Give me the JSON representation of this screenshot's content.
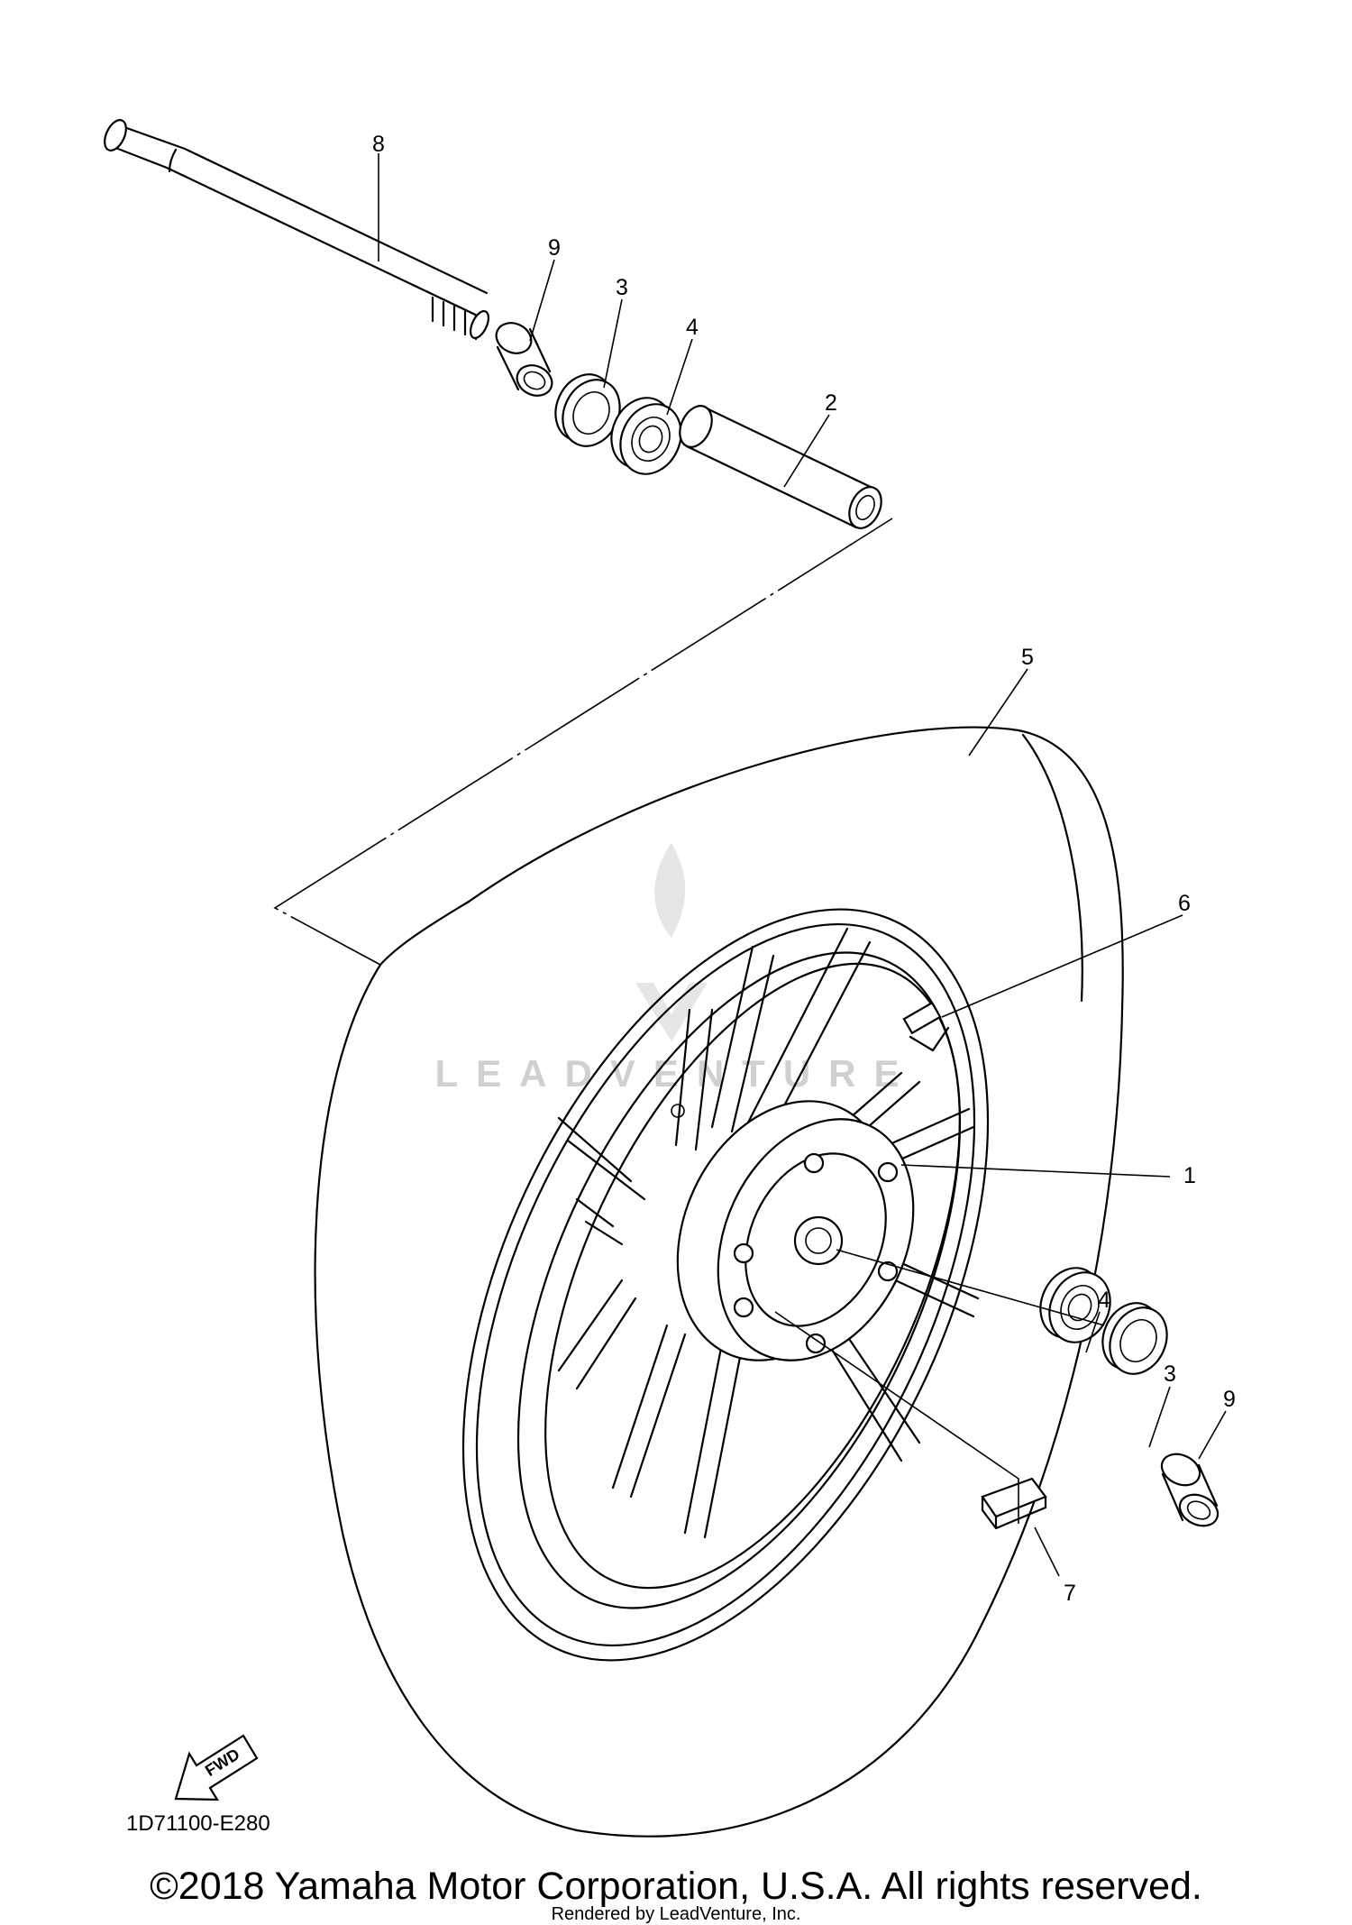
{
  "diagram": {
    "callouts": [
      {
        "id": "c8",
        "label": "8"
      },
      {
        "id": "c9a",
        "label": "9"
      },
      {
        "id": "c3a",
        "label": "3"
      },
      {
        "id": "c4a",
        "label": "4"
      },
      {
        "id": "c2",
        "label": "2"
      },
      {
        "id": "c5",
        "label": "5"
      },
      {
        "id": "c6",
        "label": "6"
      },
      {
        "id": "c1",
        "label": "1"
      },
      {
        "id": "c4b",
        "label": "4"
      },
      {
        "id": "c3b",
        "label": "3"
      },
      {
        "id": "c9b",
        "label": "9"
      },
      {
        "id": "c7",
        "label": "7"
      }
    ],
    "fwd_label": "FWD",
    "drawing_code": "1D71100-E280"
  },
  "watermark": {
    "text": "LEADVENTURE"
  },
  "footer": {
    "copyright": "©2018 Yamaha Motor Corporation, U.S.A. All rights reserved.",
    "rendered_by": "Rendered by LeadVenture, Inc."
  }
}
